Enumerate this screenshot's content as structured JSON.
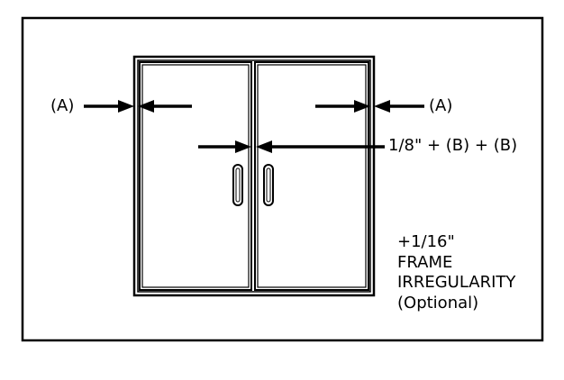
{
  "labels": {
    "a_left": "(A)",
    "a_right": "(A)",
    "center_gap": "1/8\" + (B) + (B)"
  },
  "note": {
    "line1": "+1/16\"",
    "line2": "FRAME",
    "line3": "IRREGULARITY",
    "line4": "(Optional)"
  },
  "colors": {
    "line": "#000000",
    "background": "#ffffff"
  }
}
